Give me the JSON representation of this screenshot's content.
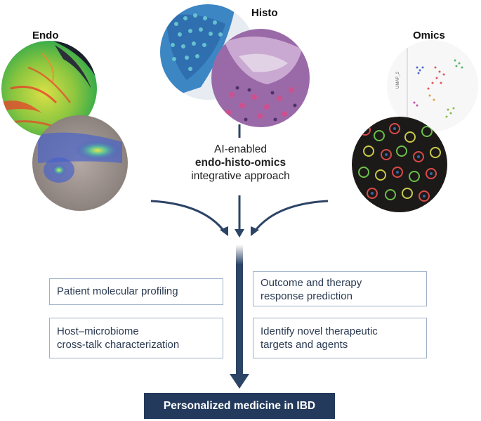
{
  "labels": {
    "endo": "Endo",
    "histo": "Histo",
    "omics": "Omics"
  },
  "center": {
    "line1": "AI-enabled",
    "line2": "endo-histo-omics",
    "line3": "integrative approach"
  },
  "boxes": {
    "patient_profiling": "Patient molecular profiling",
    "outcome_line1": "Outcome and therapy",
    "outcome_line2": "response prediction",
    "host_line1": "Host–microbiome",
    "host_line2": "cross-talk characterization",
    "identify_line1": "Identify novel therapeutic",
    "identify_line2": "targets and agents"
  },
  "final": {
    "label": "Personalized medicine in IBD"
  },
  "colors": {
    "arrow": "#2c4466",
    "final_bg": "#233a5c",
    "box_border": "#9fb1c8"
  },
  "umap_axis_label": "UMAP_2"
}
